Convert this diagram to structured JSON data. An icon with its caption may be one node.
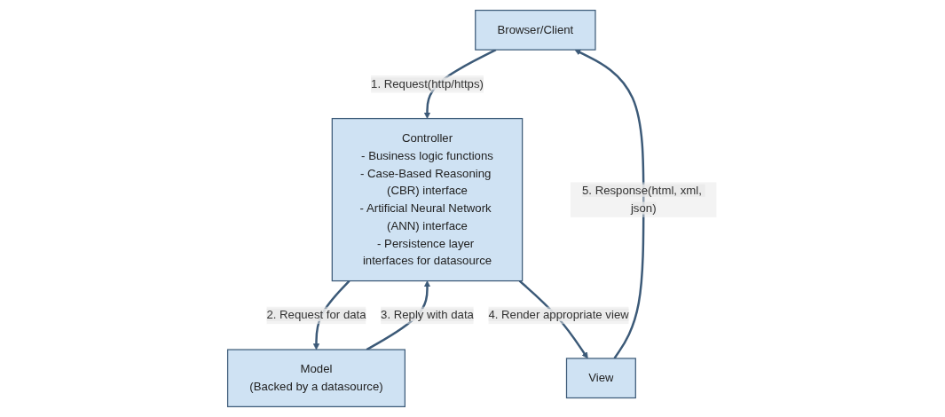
{
  "diagram": {
    "nodes": [
      {
        "text": [
          "Browser/Client"
        ]
      },
      {
        "text": [
          "Controller",
          "- Business logic functions",
          "- Case-Based Reasoning (CBR) interface",
          "- Artificial Neural Network (ANN) interface",
          "- Persistence layer interfaces for datasource"
        ]
      },
      {
        "text": [
          "View"
        ]
      },
      {
        "text": [
          "Model",
          "(Backed by a datasource)"
        ]
      }
    ],
    "edges": [
      {
        "from": 0,
        "to": 1,
        "arrow": "to",
        "label": "1. Request(http/https)"
      },
      {
        "from": 1,
        "to": 3,
        "arrow": "to",
        "label": "2. Request for data"
      },
      {
        "from": 3,
        "to": 1,
        "arrow": "to",
        "label": "3. Reply with data"
      },
      {
        "from": 1,
        "to": 2,
        "arrow": "to",
        "label": "4. Render appropriate view"
      },
      {
        "from": 2,
        "to": 0,
        "arrow": "to",
        "label": "5. Response(html, xml, json)"
      }
    ]
  }
}
